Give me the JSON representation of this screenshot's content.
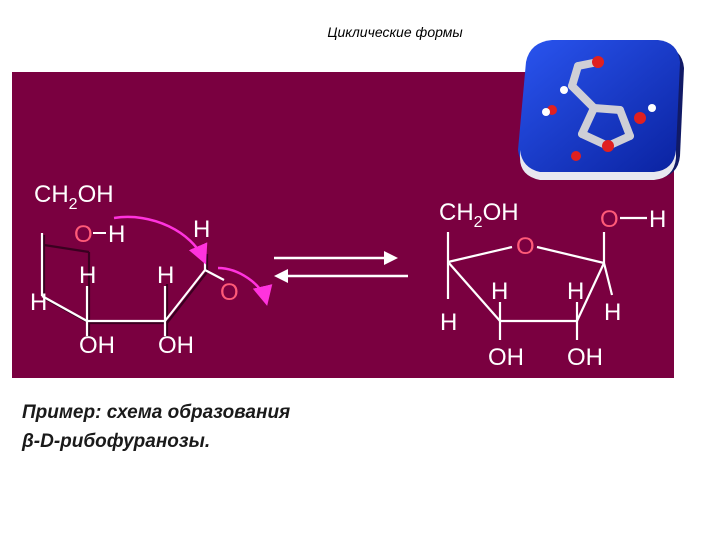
{
  "header": {
    "title": "Циклические формы"
  },
  "colors": {
    "panel_background": "#7a0040",
    "bond": "#ffffff",
    "bond_shadow": "#3a0020",
    "label": "#ffffff",
    "oxygen": "#ff5a78",
    "arrow": "#ff33dd",
    "cube": "#1236c8"
  },
  "open_chain": {
    "ch2oh": [
      "CH",
      "2",
      "OH"
    ],
    "o_h": [
      "O",
      "H"
    ],
    "c1_h": "H",
    "carbonyl_o": "O",
    "left_h": "H",
    "c3_h": "H",
    "c2_h": "H",
    "c3_oh": "OH",
    "c2_oh": "OH"
  },
  "equilibrium": {
    "icon": "equilibrium-arrows"
  },
  "furanose": {
    "ch2oh": [
      "CH",
      "2",
      "OH"
    ],
    "ring_o": "O",
    "c1_o": "O",
    "c1_h": "H",
    "c4_h": "H",
    "c3_h": "H",
    "c2_h": "H",
    "c1_lower_h": "H",
    "c3_oh": "OH",
    "c2_oh": "OH"
  },
  "molecule_model": {
    "icon": "ribose-3d-model-icon"
  },
  "caption": {
    "line1": "Пример: схема образования",
    "line2": "β-D-рибофуранозы."
  }
}
